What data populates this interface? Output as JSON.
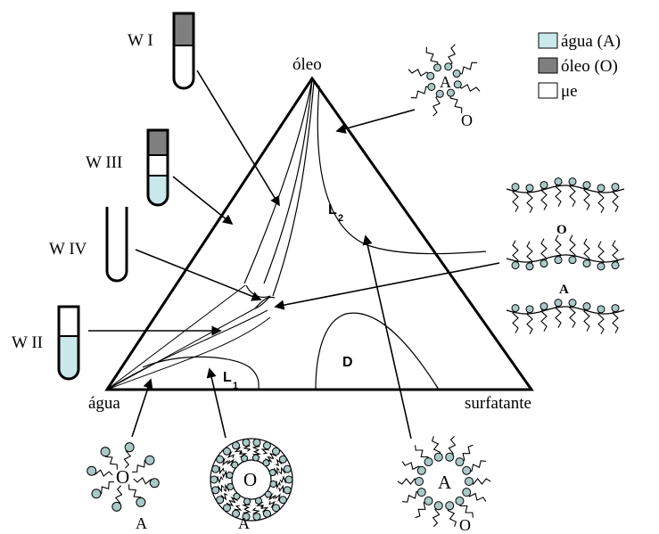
{
  "vertices": {
    "top": "óleo",
    "left": "água",
    "right": "surfatante"
  },
  "phases": {
    "l2": "L",
    "l2_sub": "2",
    "l1": "L",
    "l1_sub": "1",
    "d": "D"
  },
  "winsor": {
    "w1": "W I",
    "w3": "W III",
    "w4": "W IV",
    "w2": "W II"
  },
  "legend": [
    {
      "label": "água (A)",
      "color": "#c8e8ea"
    },
    {
      "label": "óleo (O)",
      "color": "#7f7f7f"
    },
    {
      "label": "μe",
      "color": "#ffffff"
    }
  ],
  "structures": {
    "reverse_top_core": "A",
    "reverse_top_medium": "O",
    "lamellar_o": "O",
    "lamellar_a": "A",
    "micelle_core": "O",
    "micelle_medium": "A",
    "double_core": "O",
    "double_medium": "A",
    "reverse_bottom_core": "A",
    "reverse_bottom_medium": "O"
  },
  "colors": {
    "water": "#c8e8ea",
    "oil": "#7f7f7f",
    "head": "#a9c9c7"
  }
}
